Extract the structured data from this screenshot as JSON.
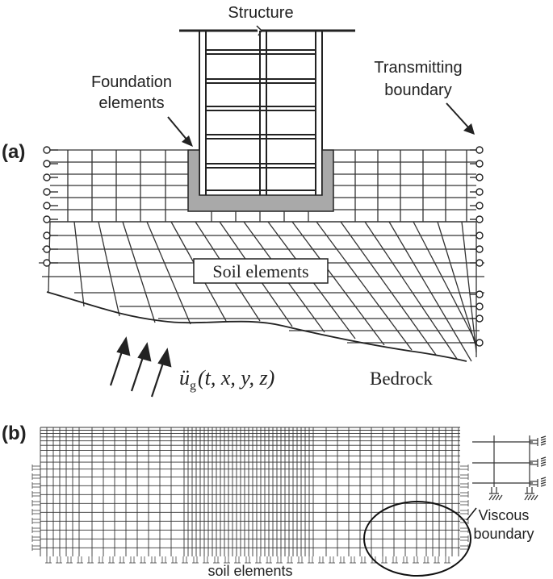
{
  "panel_a": {
    "tag": "(a)",
    "structure_label": "Structure",
    "foundation_label_1": "Foundation",
    "foundation_label_2": "elements",
    "transmitting_label_1": "Transmitting",
    "transmitting_label_2": "boundary",
    "soil_label": "Soil elements",
    "bedrock_label": "Bedrock",
    "input_motion": {
      "symbol": "ü",
      "subscript": "g",
      "args": "(t, x, y, z)"
    }
  },
  "panel_b": {
    "tag": "(b)",
    "soil_label": "soil elements",
    "viscous_label_1": "Viscous",
    "viscous_label_2": "boundary"
  },
  "colors": {
    "ink": "#222222",
    "foundation_fill": "#a9a9a9"
  }
}
